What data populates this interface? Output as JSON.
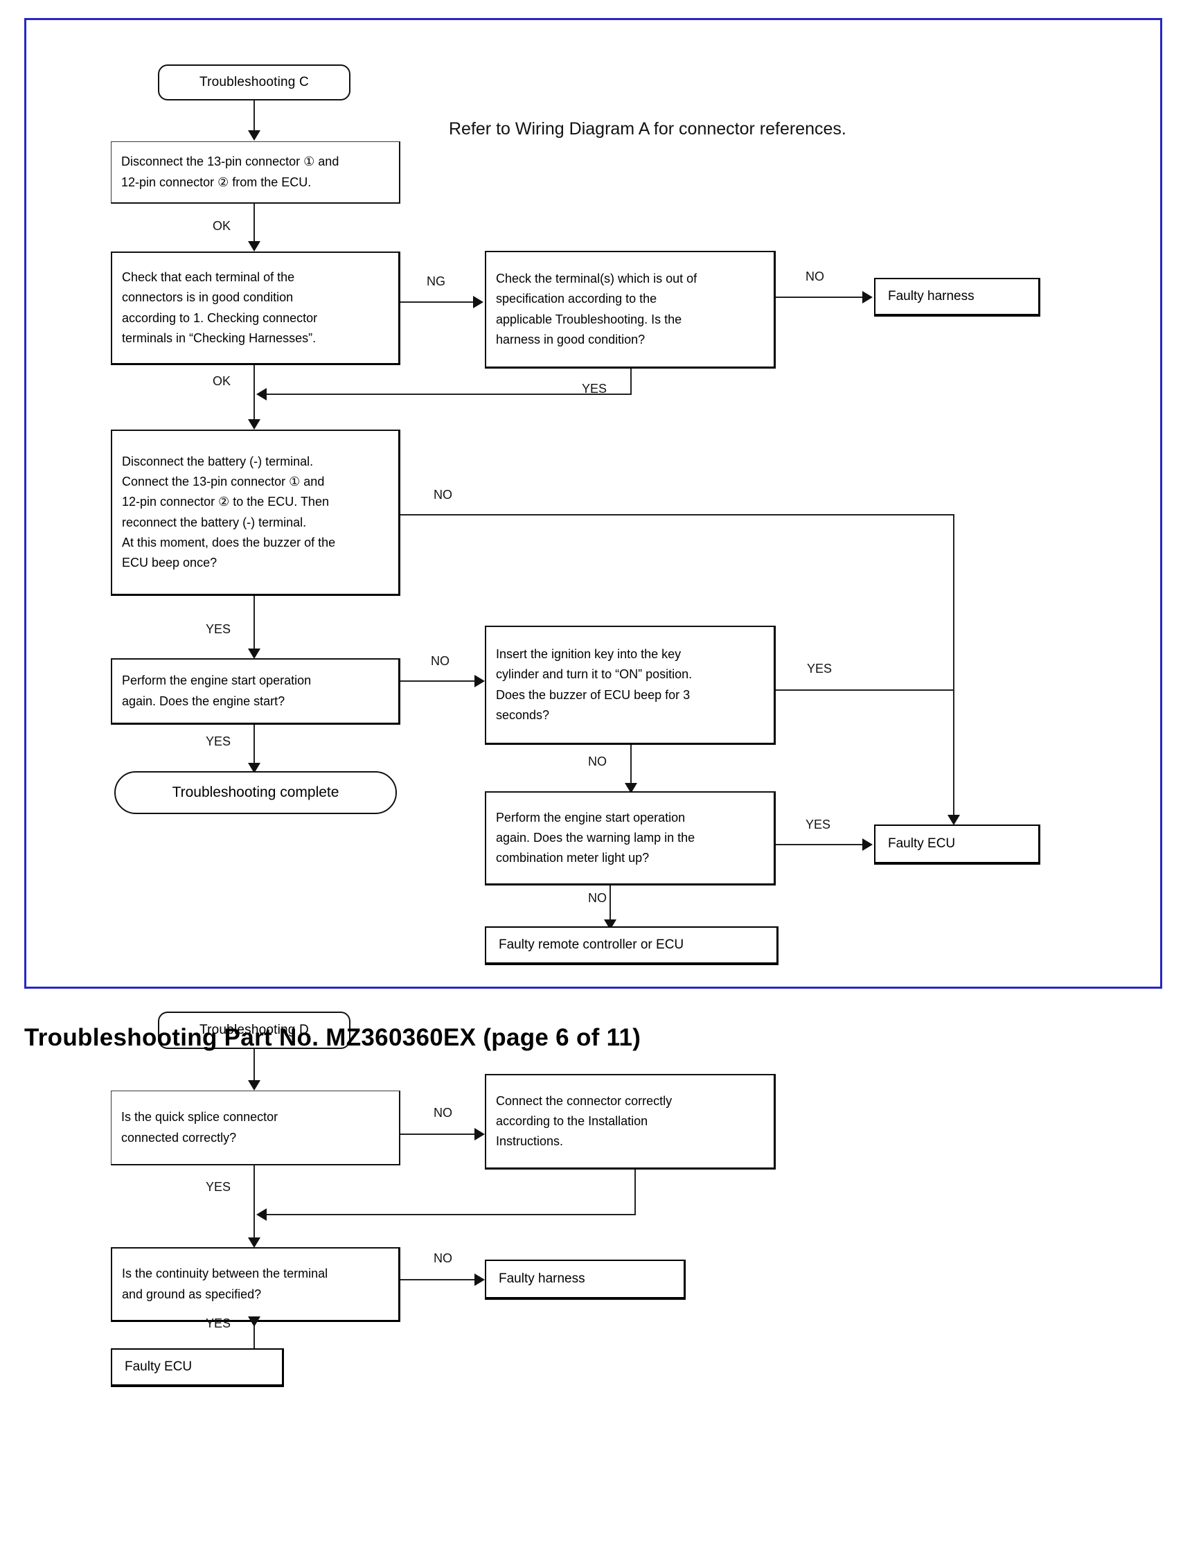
{
  "caption": "Troubleshooting Part No. MZ360360EX (page 6 of 11)",
  "note": "Refer to Wiring Diagram A for connector references.",
  "flow_c": {
    "start": "Troubleshooting C",
    "n1": {
      "l1": "Disconnect the 13-pin connector ① and",
      "l2": "12-pin connector ② from the ECU."
    },
    "n2": {
      "l1": "Check that each terminal of the",
      "l2": "connectors is in good condition",
      "l3": "according to 1. Checking connector",
      "l4": "terminals in “Checking Harnesses”."
    },
    "n3": {
      "l1": "Check the terminal(s) which is out of",
      "l2": "specification according to the",
      "l3": "applicable Troubleshooting. Is the",
      "l4": "harness in good condition?"
    },
    "n4": {
      "label": "Faulty harness"
    },
    "n5": {
      "l1": "Disconnect  the  battery  (-)  terminal.",
      "l2": "Connect the 13-pin connector ① and",
      "l3": "12-pin connector ② to the ECU. Then",
      "l4": "reconnect the battery (-) terminal.",
      "l5": "At this moment, does the buzzer of the",
      "l6": "ECU beep once?"
    },
    "n6": {
      "l1": "Perform the engine start operation",
      "l2": "again. Does the engine start?"
    },
    "n7": {
      "label": "Troubleshooting complete"
    },
    "n8": {
      "l1": "Insert the ignition key into the key",
      "l2": "cylinder and turn it to “ON” position.",
      "l3": "Does  the  buzzer  of  ECU  beep  for  3",
      "l4": "seconds?"
    },
    "n9": {
      "l1": "Perform the engine start operation",
      "l2": "again. Does the warning lamp in the",
      "l3": "combination meter light up?"
    },
    "n10": {
      "label": "Faulty ECU"
    },
    "n11": {
      "label": "Faulty remote controller or ECU"
    },
    "edges": {
      "e1": "OK",
      "e2": "NG",
      "e3": "NO",
      "e4": "YES",
      "e5": "OK",
      "e6": "NO",
      "e7": "YES",
      "e8": "NO",
      "e9": "YES",
      "e10": "YES",
      "e11": "NO",
      "e12": "YES",
      "e13": "NO"
    }
  },
  "flow_d": {
    "start": "Troubleshooting D",
    "d1": {
      "l1": "Is the quick splice connector",
      "l2": "connected correctly?"
    },
    "d2": {
      "l1": "Connect the connector correctly",
      "l2": "according to the Installation",
      "l3": "Instructions."
    },
    "d3": {
      "l1": "Is the  continuity between the terminal",
      "l2": "and ground as specified?"
    },
    "d4": {
      "label": "Faulty harness"
    },
    "d5": {
      "label": "Faulty ECU"
    },
    "edges": {
      "e1": "NO",
      "e2": "YES",
      "e3": "NO",
      "e4": "YES"
    }
  },
  "colors": {
    "frame": "#2626c8",
    "ink": "#111111"
  }
}
